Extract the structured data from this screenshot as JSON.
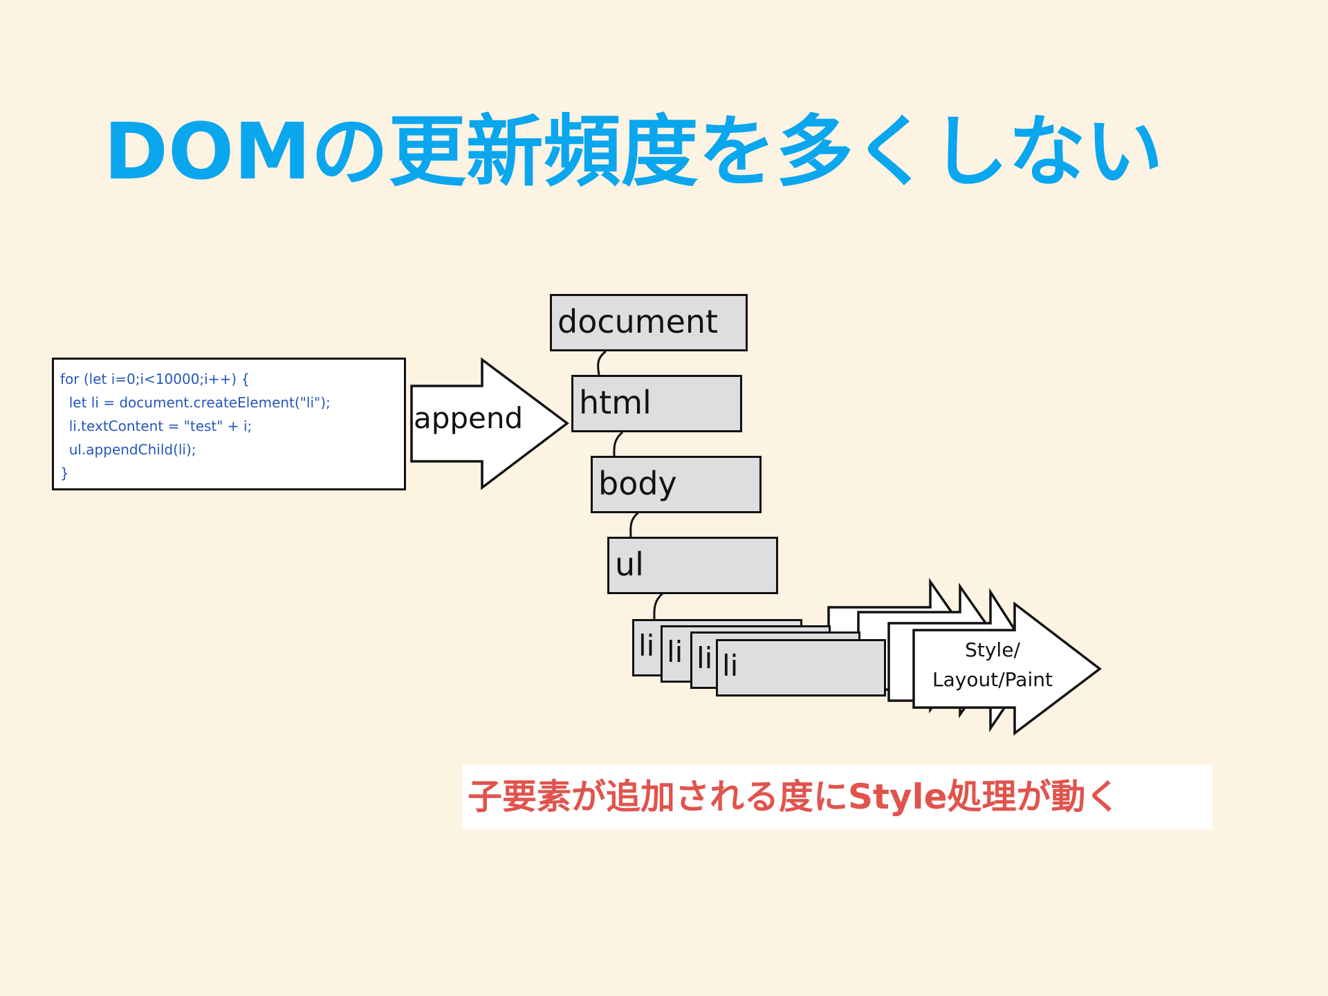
{
  "title": "DOMの更新頻度を多くしない",
  "code": {
    "lines": [
      "for (let i=0;i<10000;i++) {",
      "  let li = document.createElement(\"li\");",
      "  li.textContent = \"test\" + i;",
      "  ul.appendChild(li);",
      "}"
    ]
  },
  "arrows": {
    "append_label": "append",
    "style_line1": "Style/",
    "style_line2": "Layout/Paint"
  },
  "dom_tree": {
    "nodes": [
      "document",
      "html",
      "body",
      "ul"
    ],
    "li_nodes": [
      "li",
      "li",
      "li",
      "li"
    ]
  },
  "caption": "子要素が追加される度にStyle処理が動く",
  "colors": {
    "background": "#fdf3e3",
    "title": "#0aa6ee",
    "caption": "#e0544d",
    "node_fill": "#dedee0",
    "code_text": "#2456b8"
  }
}
